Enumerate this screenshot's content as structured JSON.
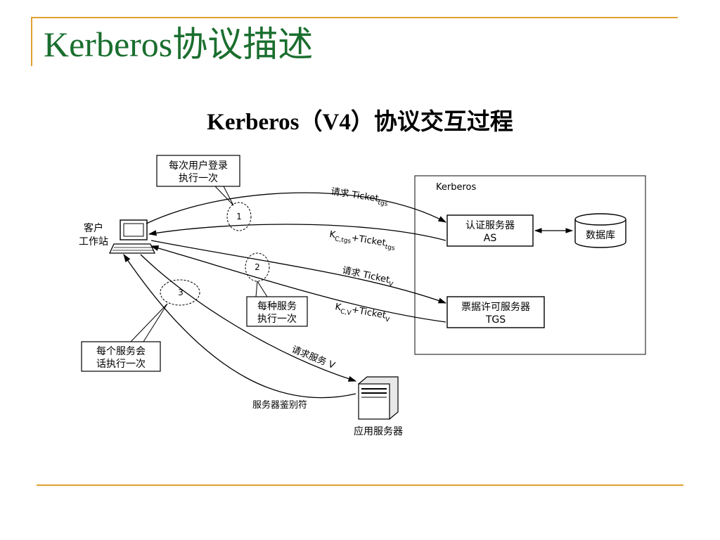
{
  "slide": {
    "title": "Kerberos协议描述",
    "subtitle": "Kerberos（V4）协议交互过程"
  },
  "diagram": {
    "client": {
      "line1": "客户",
      "line2": "工作站"
    },
    "kerberos_box": {
      "label": "Kerberos"
    },
    "as": {
      "line1": "认证服务器",
      "line2": "AS"
    },
    "tgs": {
      "line1": "票据许可服务器",
      "line2": "TGS"
    },
    "database": {
      "label": "数据库"
    },
    "app_server": {
      "label": "应用服务器"
    },
    "messages": {
      "req_tgs": {
        "text": "请求 Ticket",
        "sub": "tgs"
      },
      "resp_tgs": {
        "k": "K",
        "k_sub": "C,tgs",
        "plus": "+Ticket",
        "sub": "tgs"
      },
      "req_v": {
        "text": "请求 Ticket",
        "sub": "V"
      },
      "resp_v": {
        "k": "K",
        "k_sub": "C,V",
        "plus": "+Ticket",
        "sub": "V"
      },
      "req_service": "请求服务 V",
      "authenticator": "服务器鉴别符"
    },
    "markers": [
      "1",
      "2",
      "3"
    ],
    "callouts": {
      "per_login": {
        "line1": "每次用户登录",
        "line2": "执行一次"
      },
      "per_service": {
        "line1": "每种服务",
        "line2": "执行一次"
      },
      "per_session": {
        "line1": "每个服务会",
        "line2": "话执行一次"
      }
    }
  }
}
